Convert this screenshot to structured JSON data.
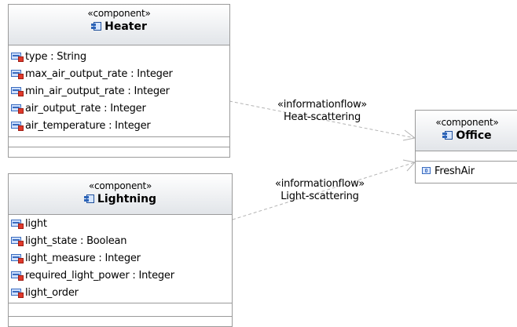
{
  "components": [
    {
      "stereotype": "«component»",
      "name": "Heater",
      "attributes": [
        {
          "text": "type : String",
          "visibility": "private"
        },
        {
          "text": "max_air_output_rate : Integer",
          "visibility": "private"
        },
        {
          "text": "min_air_output_rate : Integer",
          "visibility": "private"
        },
        {
          "text": "air_output_rate : Integer",
          "visibility": "private"
        },
        {
          "text": "air_temperature : Integer",
          "visibility": "private"
        }
      ]
    },
    {
      "stereotype": "«component»",
      "name": "Lightning",
      "attributes": [
        {
          "text": "light",
          "visibility": "private"
        },
        {
          "text": "light_state : Boolean",
          "visibility": "private"
        },
        {
          "text": "light_measure : Integer",
          "visibility": "private"
        },
        {
          "text": "required_light_power : Integer",
          "visibility": "private"
        },
        {
          "text": "light_order",
          "visibility": "private"
        }
      ]
    },
    {
      "stereotype": "«component»",
      "name": "Office",
      "ports": [
        {
          "text": "FreshAir"
        }
      ]
    }
  ],
  "flows": [
    {
      "stereotype": "«informationflow»",
      "name": "Heat-scattering",
      "from": "Heater",
      "to": "Office"
    },
    {
      "stereotype": "«informationflow»",
      "name": "Light-scattering",
      "from": "Lightning",
      "to": "Office"
    }
  ],
  "colors": {
    "border": "#9a9a9a",
    "connector": "#b4b4b4",
    "icon_blue": "#3a6cbf",
    "private_red": "#e0392b"
  }
}
